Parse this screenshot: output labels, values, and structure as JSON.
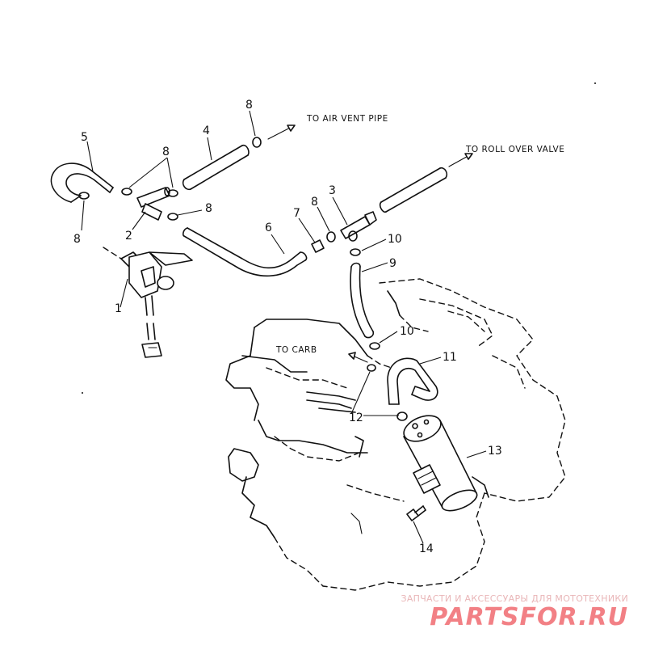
{
  "labels": {
    "p1": "1",
    "p2": "2",
    "p3": "3",
    "p4": "4",
    "p5": "5",
    "p6": "6",
    "p7": "7",
    "p8a": "8",
    "p8b": "8",
    "p8c": "8",
    "p8d": "8",
    "p8e": "8",
    "p9": "9",
    "p10a": "10",
    "p10b": "10",
    "p11": "11",
    "p12": "12",
    "p13": "13",
    "p14": "14"
  },
  "annotations": {
    "air_vent": "TO AIR VENT PIPE",
    "roll_over": "TO ROLL OVER VALVE",
    "carb": "TO CARB"
  },
  "watermark": {
    "subtitle": "ЗАПЧАСТИ И АКСЕССУАРЫ ДЛЯ МОТОТЕХНИКИ",
    "logo": "PARTSFOR.RU"
  }
}
